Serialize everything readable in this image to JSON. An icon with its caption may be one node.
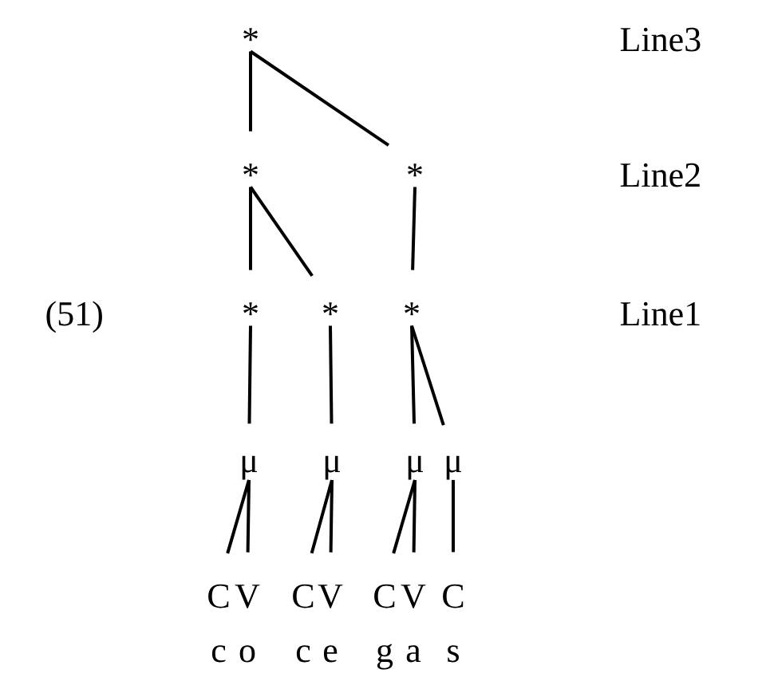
{
  "diagram": {
    "nodes": [
      {
        "text": [
          "*"
        ]
      },
      {
        "text": [
          "*"
        ]
      },
      {
        "text": [
          "*"
        ]
      },
      {
        "text": [
          "*"
        ]
      },
      {
        "text": [
          "*"
        ]
      },
      {
        "text": [
          "*"
        ]
      },
      {
        "text": [
          "μ"
        ]
      },
      {
        "text": [
          "μ"
        ]
      },
      {
        "text": [
          "μ"
        ]
      },
      {
        "text": [
          "μ"
        ]
      },
      {
        "text": [
          "C"
        ]
      },
      {
        "text": [
          "V"
        ]
      },
      {
        "text": [
          "C"
        ]
      },
      {
        "text": [
          "V"
        ]
      },
      {
        "text": [
          "C"
        ]
      },
      {
        "text": [
          "V"
        ]
      },
      {
        "text": [
          "C"
        ]
      }
    ],
    "edges": [
      {
        "from": 0,
        "to": 1,
        "arrow": "none"
      },
      {
        "from": 0,
        "to": 2,
        "arrow": "none"
      },
      {
        "from": 1,
        "to": 3,
        "arrow": "none"
      },
      {
        "from": 1,
        "to": 4,
        "arrow": "none"
      },
      {
        "from": 2,
        "to": 5,
        "arrow": "none"
      },
      {
        "from": 3,
        "to": 6,
        "arrow": "none"
      },
      {
        "from": 4,
        "to": 7,
        "arrow": "none"
      },
      {
        "from": 5,
        "to": 8,
        "arrow": "none"
      },
      {
        "from": 5,
        "to": 9,
        "arrow": "none"
      },
      {
        "from": 6,
        "to": 10,
        "arrow": "none"
      },
      {
        "from": 6,
        "to": 11,
        "arrow": "none"
      },
      {
        "from": 7,
        "to": 12,
        "arrow": "none"
      },
      {
        "from": 7,
        "to": 13,
        "arrow": "none"
      },
      {
        "from": 8,
        "to": 14,
        "arrow": "none"
      },
      {
        "from": 8,
        "to": 15,
        "arrow": "none"
      },
      {
        "from": 9,
        "to": 16,
        "arrow": "none"
      }
    ],
    "labels": [
      "Line3",
      "Line2",
      "(51)",
      "Line1",
      "c",
      "o",
      "c",
      "e",
      "g",
      "a",
      "s"
    ]
  }
}
